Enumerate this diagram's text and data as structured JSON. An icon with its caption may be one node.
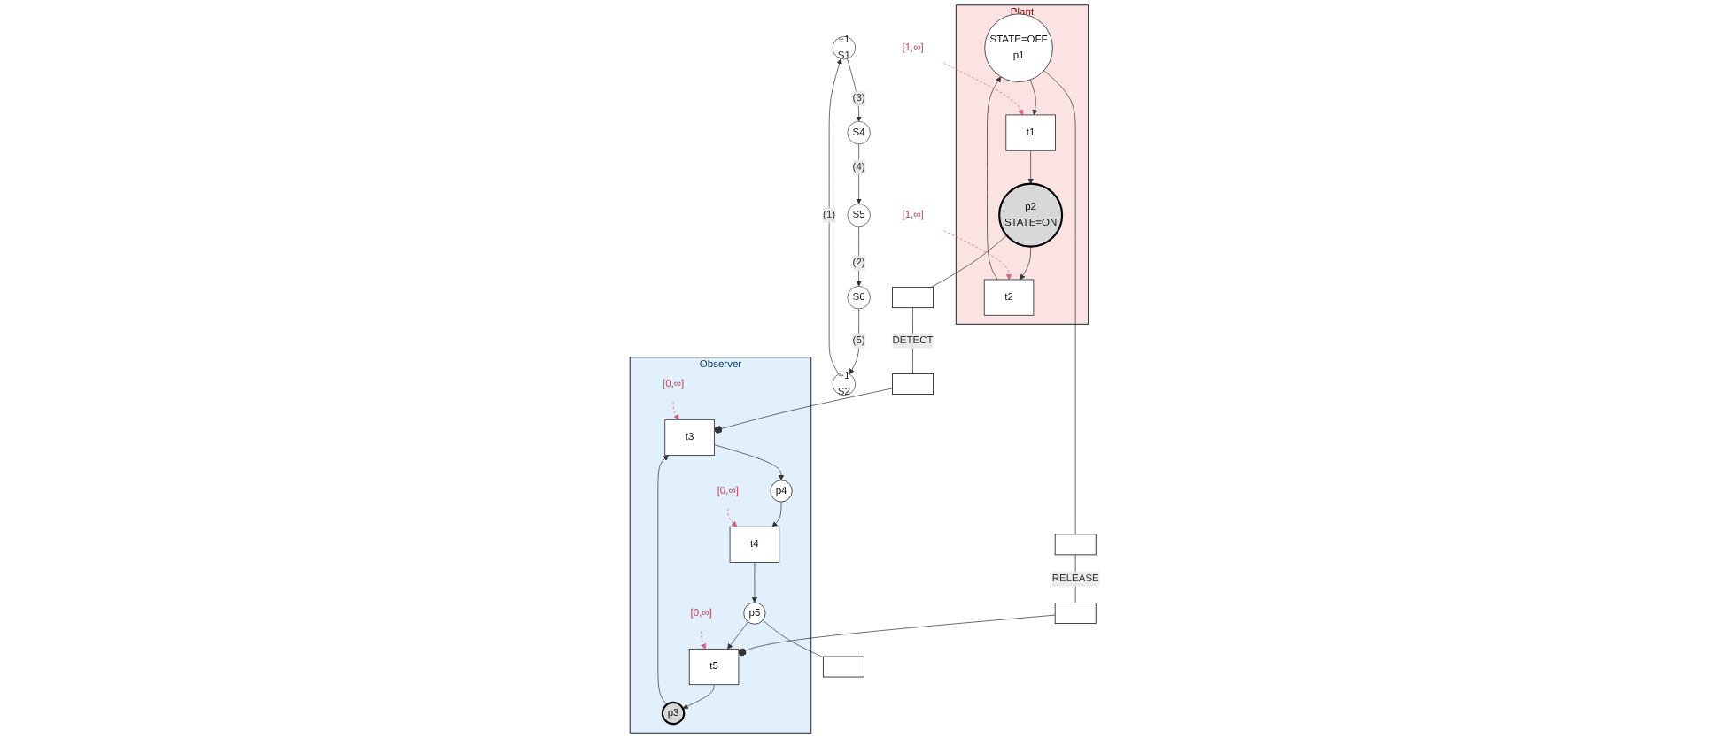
{
  "diagram": {
    "nodes": [
      {
        "text": [
          "Plant"
        ]
      },
      {
        "text": [
          "STATE=OFF",
          "p1"
        ],
        "in": 0
      },
      {
        "text": [
          "t1"
        ],
        "in": 0
      },
      {
        "text": [
          "t2"
        ],
        "in": 0
      },
      {
        "text": [
          "p2",
          "STATE=ON"
        ],
        "in": 0
      },
      {
        "text": [],
        "shape": "box"
      },
      {
        "text": [],
        "shape": "box"
      },
      {
        "text": [
          "[1,∞]"
        ]
      },
      {
        "text": [
          "[1,∞]"
        ]
      },
      {
        "text": [
          "Observer"
        ]
      },
      {
        "text": [
          "p3"
        ],
        "in": 9
      },
      {
        "text": [
          "t3"
        ],
        "in": 9
      },
      {
        "text": [
          "p4"
        ],
        "in": 9
      },
      {
        "text": [
          "t4"
        ],
        "in": 9
      },
      {
        "text": [
          "p5"
        ],
        "in": 9
      },
      {
        "text": [
          "t5"
        ],
        "in": 9
      },
      {
        "text": [],
        "shape": "box"
      },
      {
        "text": [],
        "shape": "box"
      },
      {
        "text": [],
        "shape": "box"
      },
      {
        "text": [
          "[0,∞]"
        ],
        "in": 9
      },
      {
        "text": [
          "[0,∞]"
        ],
        "in": 9
      },
      {
        "text": [
          "[0,∞]"
        ],
        "in": 9
      },
      {
        "text": [
          "+1",
          "S1"
        ]
      },
      {
        "text": [
          "+1",
          "S2"
        ]
      },
      {
        "text": [
          "S4"
        ]
      },
      {
        "text": [
          "S5"
        ]
      },
      {
        "text": [
          "S6"
        ]
      }
    ],
    "edges": [
      {
        "from": 1,
        "to": 2,
        "arrow": "to"
      },
      {
        "from": 2,
        "to": 4,
        "arrow": "to"
      },
      {
        "from": 4,
        "to": 3,
        "arrow": "to"
      },
      {
        "from": 3,
        "to": 1,
        "arrow": "to"
      },
      {
        "from": 1,
        "to": 5,
        "arrow": "none"
      },
      {
        "from": 4,
        "to": 6,
        "arrow": "none"
      },
      {
        "from": 7,
        "to": 2,
        "arrow": "to",
        "style": "dashed",
        "color": "#d9607a"
      },
      {
        "from": 8,
        "to": 3,
        "arrow": "to",
        "style": "dashed",
        "color": "#d9607a"
      },
      {
        "from": 6,
        "to": 16,
        "arrow": "none",
        "label": "DETECT"
      },
      {
        "from": 5,
        "to": 17,
        "arrow": "none",
        "label": "RELEASE"
      },
      {
        "from": 16,
        "to": 11,
        "arrow": "other"
      },
      {
        "from": 17,
        "to": 15,
        "arrow": "other"
      },
      {
        "from": 10,
        "to": 11,
        "arrow": "to"
      },
      {
        "from": 11,
        "to": 12,
        "arrow": "to"
      },
      {
        "from": 12,
        "to": 13,
        "arrow": "to"
      },
      {
        "from": 13,
        "to": 14,
        "arrow": "to"
      },
      {
        "from": 14,
        "to": 15,
        "arrow": "to"
      },
      {
        "from": 15,
        "to": 10,
        "arrow": "to"
      },
      {
        "from": 14,
        "to": 18,
        "arrow": "none"
      },
      {
        "from": 19,
        "to": 11,
        "arrow": "to",
        "style": "dashed",
        "color": "#d9607a"
      },
      {
        "from": 20,
        "to": 13,
        "arrow": "to",
        "style": "dashed",
        "color": "#d9607a"
      },
      {
        "from": 21,
        "to": 15,
        "arrow": "to",
        "style": "dashed",
        "color": "#d9607a"
      },
      {
        "from": 23,
        "to": 22,
        "arrow": "to",
        "label": "(1)"
      },
      {
        "from": 22,
        "to": 24,
        "arrow": "to",
        "label": "(3)"
      },
      {
        "from": 24,
        "to": 25,
        "arrow": "to",
        "label": "(4)"
      },
      {
        "from": 25,
        "to": 26,
        "arrow": "to",
        "label": "(2)"
      },
      {
        "from": 26,
        "to": 23,
        "arrow": "to",
        "label": "(5)"
      }
    ]
  }
}
